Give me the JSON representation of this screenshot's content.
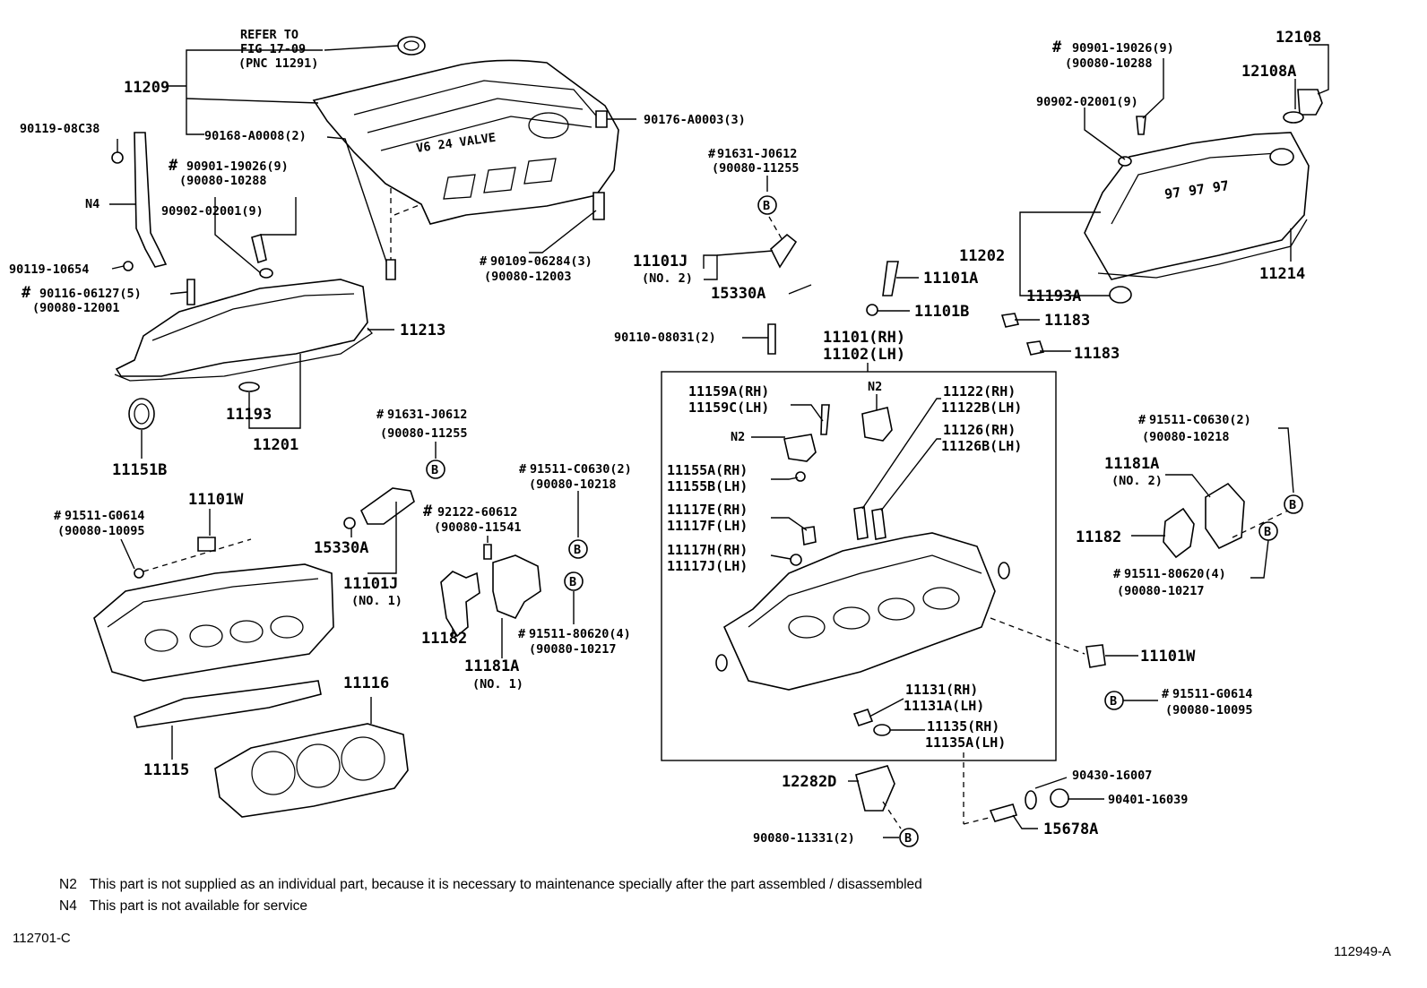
{
  "labels": {
    "refer_to": "REFER TO",
    "fig_17_09": "FIG 17-09",
    "pnc_11291": "(PNC 11291)",
    "p11209": "11209",
    "p90168": "90168-A0008(2)",
    "p90176": "90176-A0003(3)",
    "p90119_08c38": "90119-08C38",
    "p90901_left": "90901-19026(9)",
    "p90080_10288_left": "(90080-10288",
    "n4": "N4",
    "p90902_left": "90902-02001(9)",
    "p90119_10654": "90119-10654",
    "p90116": "90116-06127(5)",
    "p90080_12001": "(90080-12001",
    "p11213": "11213",
    "p11193": "11193",
    "p11201": "11201",
    "p11151b": "11151B",
    "p90109": "90109-06284(3)",
    "p90080_12003": "(90080-12003",
    "p91631_top": "91631-J0612",
    "p90080_11255_top": "(90080-11255",
    "p11101j_top": "11101J",
    "no2_top": "(NO. 2)",
    "p15330a_top": "15330A",
    "p90110": "90110-08031(2)",
    "p11101a": "11101A",
    "p11101b": "11101B",
    "p90901_right": "90901-19026(9)",
    "p90080_10288_right": "(90080-10288",
    "p90902_right": "90902-02001(9)",
    "p12108": "12108",
    "p12108a": "12108A",
    "p11202": "11202",
    "p11214": "11214",
    "p11193a": "11193A",
    "p11183_a": "11183",
    "p11183_b": "11183",
    "p11101rh": "11101(RH)",
    "p11102lh": "11102(LH)",
    "p11159a": "11159A(RH)",
    "p11159c": "11159C(LH)",
    "n2_a": "N2",
    "n2_b": "N2",
    "p11122": "11122(RH)",
    "p11122b": "11122B(LH)",
    "p11126": "11126(RH)",
    "p11126b": "11126B(LH)",
    "p11155a": "11155A(RH)",
    "p11155b": "11155B(LH)",
    "p11117e": "11117E(RH)",
    "p11117f": "11117F(LH)",
    "p11117h": "11117H(RH)",
    "p11117j": "11117J(LH)",
    "p11131": "11131(RH)",
    "p11131a": "11131A(LH)",
    "p11135": "11135(RH)",
    "p11135a": "11135A(LH)",
    "p91631_mid": "91631-J0612",
    "p90080_11255_mid": "(90080-11255",
    "p15330a_mid": "15330A",
    "p11101j_mid": "11101J",
    "no1_mid": "(NO. 1)",
    "p91511_g0614_left": "91511-G0614",
    "p90080_10095_left": "(90080-10095",
    "p11101w_left": "11101W",
    "p92122": "92122-60612",
    "p90080_11541": "(90080-11541",
    "p91511_c0630_mid": "91511-C0630(2)",
    "p90080_10218_mid": "(90080-10218",
    "p11182_mid": "11182",
    "p91511_80620_mid": "91511-80620(4)",
    "p90080_10217_mid": "(90080-10217",
    "p11181a_mid": "11181A",
    "no1_b": "(NO. 1)",
    "p11116": "11116",
    "p11115": "11115",
    "p91511_c0630_right": "91511-C0630(2)",
    "p90080_10218_right": "(90080-10218",
    "p11181a_right": "11181A",
    "no2_right": "(NO. 2)",
    "p11182_right": "11182",
    "p91511_80620_right": "91511-80620(4)",
    "p90080_10217_right": "(90080-10217",
    "p11101w_right": "11101W",
    "p91511_g0614_right": "91511-G0614",
    "p90080_10095_right": "(90080-10095",
    "p12282d": "12282D",
    "p90080_11331": "90080-11331(2)",
    "p90430": "90430-16007",
    "p90401": "90401-16039",
    "p15678a": "15678A",
    "cover_emblem": "V6 24 VALVE"
  },
  "markers": {
    "hash": "#",
    "b": "B"
  },
  "notes": {
    "n2_code": "N2",
    "n2_text": "This part is not supplied as an individual part, because it is necessary to maintenance specially after the part assembled / disassembled",
    "n4_code": "N4",
    "n4_text": "This part is not available for service"
  },
  "figure_codes": {
    "left": "112701-C",
    "right": "112949-A"
  },
  "style": {
    "ink": "#000000",
    "paper": "#ffffff"
  }
}
